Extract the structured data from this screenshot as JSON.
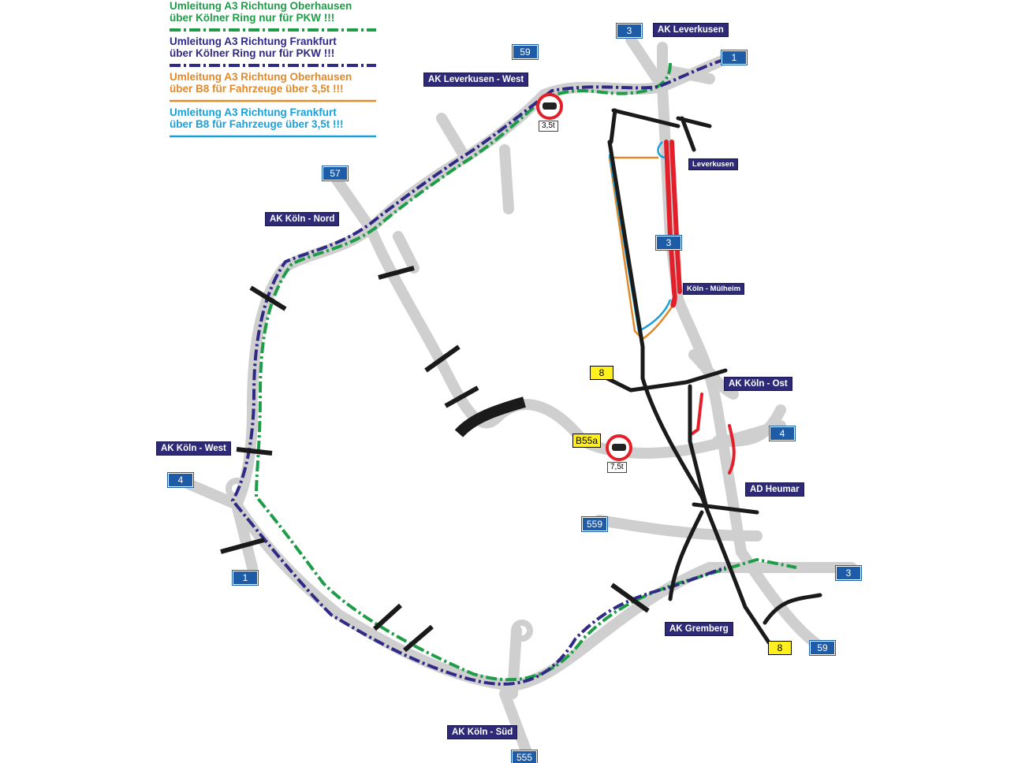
{
  "legend": [
    {
      "line1": "Umleitung A3 Richtung Oberhausen",
      "line2": "über Kölner Ring nur für PKW !!!",
      "color": "#1e9c48",
      "style": "dashdot"
    },
    {
      "line1": "Umleitung A3 Richtung Frankfurt",
      "line2": "über Kölner Ring nur für PKW !!!",
      "color": "#2f2a86",
      "style": "dashdot"
    },
    {
      "line1": "Umleitung A3 Richtung Oberhausen",
      "line2": "über B8 für Fahrzeuge über 3,5t !!!",
      "color": "#e08a2a",
      "style": "solid"
    },
    {
      "line1": "Umleitung A3 Richtung Frankfurt",
      "line2": "über B8 für Fahrzeuge über 3,5t !!!",
      "color": "#1aa0d8",
      "style": "solid"
    }
  ],
  "junctions": {
    "ak_leverkusen": "AK Leverkusen",
    "ak_leverkusen_west": "AK Leverkusen - West",
    "leverkusen": "Leverkusen",
    "ak_koeln_nord": "AK Köln - Nord",
    "koeln_muelheim": "Köln - Mülheim",
    "ak_koeln_ost": "AK Köln - Ost",
    "ak_koeln_west": "AK Köln - West",
    "ad_heumar": "AD Heumar",
    "ak_gremberg": "AK Gremberg",
    "ak_koeln_sued": "AK Köln - Süd"
  },
  "shields": {
    "a3_top": "3",
    "a1_top": "1",
    "a59_top": "59",
    "a57": "57",
    "a3_mid": "3",
    "a4_east": "4",
    "a4_west": "4",
    "a1_bottom": "1",
    "a559": "559",
    "a3_east": "3",
    "a59_bottom": "59",
    "a555": "555"
  },
  "yellow_shields": {
    "b8_top": "8",
    "b8_bottom": "8",
    "b55a": "B55a"
  },
  "weight_signs": {
    "w35": "3,5t",
    "w75": "7,5t"
  },
  "colors": {
    "road": "#cfcfcf",
    "green": "#1e9c48",
    "blue": "#2f2a86",
    "orange": "#e08a2a",
    "cyan": "#1aa0d8",
    "red": "#e3202a",
    "black": "#1a1a1a"
  }
}
